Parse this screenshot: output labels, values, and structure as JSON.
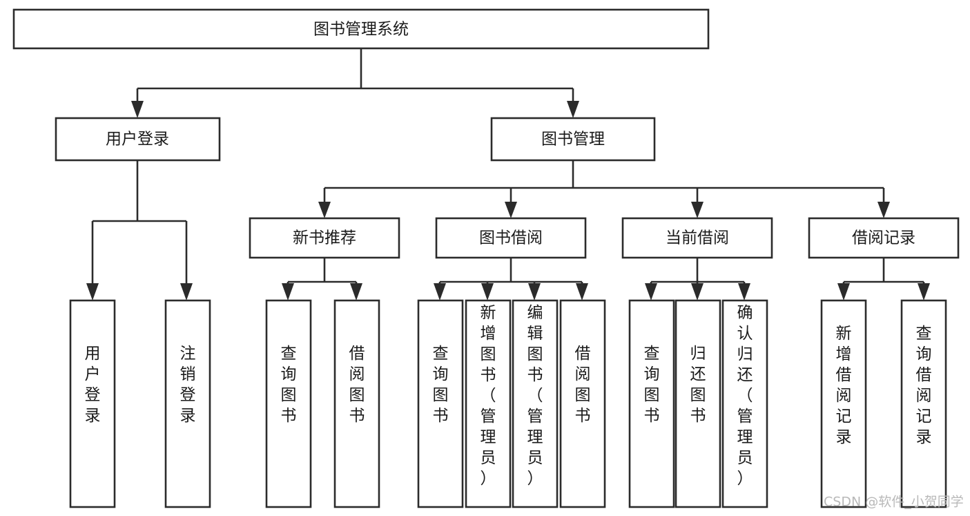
{
  "diagram": {
    "type": "tree-hierarchy",
    "title": "图书管理系统",
    "orientation": "top-down",
    "watermark": "CSDN @软件_小贺同学",
    "levels": {
      "level1": [
        {
          "id": "root",
          "label": "图书管理系统",
          "text_orientation": "horizontal"
        }
      ],
      "level2": [
        {
          "id": "user-login",
          "label": "用户登录",
          "text_orientation": "horizontal",
          "parent": "root"
        },
        {
          "id": "book-manage",
          "label": "图书管理",
          "text_orientation": "horizontal",
          "parent": "root"
        }
      ],
      "level3": [
        {
          "id": "new-book-rec",
          "label": "新书推荐",
          "text_orientation": "horizontal",
          "parent": "book-manage"
        },
        {
          "id": "book-borrow",
          "label": "图书借阅",
          "text_orientation": "horizontal",
          "parent": "book-manage"
        },
        {
          "id": "current-borrow",
          "label": "当前借阅",
          "text_orientation": "horizontal",
          "parent": "book-manage"
        },
        {
          "id": "borrow-record",
          "label": "借阅记录",
          "text_orientation": "horizontal",
          "parent": "book-manage"
        }
      ],
      "level4": [
        {
          "id": "leaf-user-login",
          "label": "用户登录",
          "text_orientation": "vertical",
          "parent": "user-login"
        },
        {
          "id": "leaf-logout",
          "label": "注销登录",
          "text_orientation": "vertical",
          "parent": "user-login"
        },
        {
          "id": "leaf-query-book-1",
          "label": "查询图书",
          "text_orientation": "vertical",
          "parent": "new-book-rec"
        },
        {
          "id": "leaf-borrow-book-1",
          "label": "借阅图书",
          "text_orientation": "vertical",
          "parent": "new-book-rec"
        },
        {
          "id": "leaf-query-book-2",
          "label": "查询图书",
          "text_orientation": "vertical",
          "parent": "book-borrow"
        },
        {
          "id": "leaf-add-book",
          "label": "新增图书（管理员）",
          "text_orientation": "vertical",
          "parent": "book-borrow"
        },
        {
          "id": "leaf-edit-book",
          "label": "编辑图书（管理员）",
          "text_orientation": "vertical",
          "parent": "book-borrow"
        },
        {
          "id": "leaf-borrow-book-2",
          "label": "借阅图书",
          "text_orientation": "vertical",
          "parent": "book-borrow"
        },
        {
          "id": "leaf-query-book-3",
          "label": "查询图书",
          "text_orientation": "vertical",
          "parent": "current-borrow"
        },
        {
          "id": "leaf-return-book",
          "label": "归还图书",
          "text_orientation": "vertical",
          "parent": "current-borrow"
        },
        {
          "id": "leaf-confirm-return",
          "label": "确认归还（管理员）",
          "text_orientation": "vertical",
          "parent": "current-borrow"
        },
        {
          "id": "leaf-add-record",
          "label": "新增借阅记录",
          "text_orientation": "vertical",
          "parent": "borrow-record"
        },
        {
          "id": "leaf-query-record",
          "label": "查询借阅记录",
          "text_orientation": "vertical",
          "parent": "borrow-record"
        }
      ]
    },
    "colors": {
      "box_stroke": "#2b2b2b",
      "box_fill": "#ffffff",
      "text": "#1a1a1a",
      "connector": "#2b2b2b",
      "watermark": "#b9b9b9",
      "background": "#ffffff"
    }
  }
}
